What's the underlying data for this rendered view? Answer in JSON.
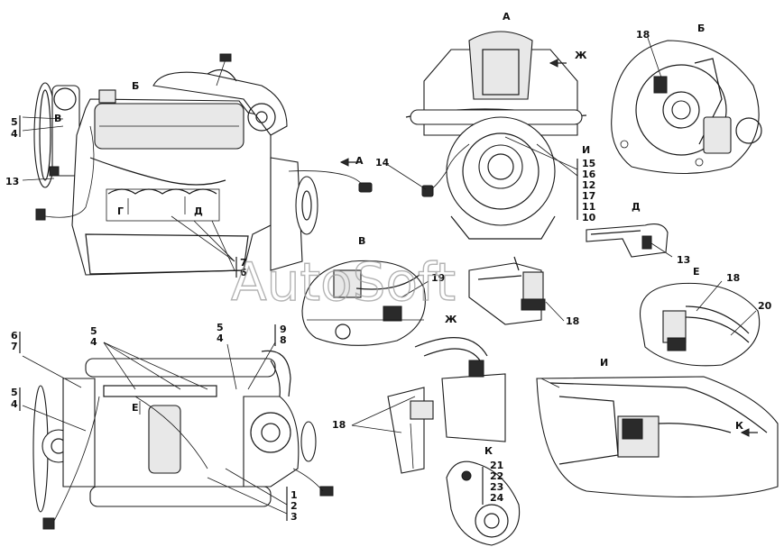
{
  "watermark": "AutoSoft",
  "views": {
    "main": {
      "callout_b": "Б",
      "callout_v": "В",
      "callout_g": "Г",
      "callout_d": "Д",
      "callout_a_arrow": "А",
      "num_5": "5",
      "num_4": "4",
      "num_13": "13",
      "num_7": "7",
      "num_6": "6"
    },
    "front": {
      "title": "А",
      "arrow_zh": "Ж",
      "callout_i": "И",
      "num_14": "14",
      "list": [
        "15",
        "16",
        "12",
        "17",
        "11",
        "10"
      ]
    },
    "b": {
      "title": "Б",
      "num_18": "18"
    },
    "d": {
      "title": "Д",
      "num_13": "13"
    },
    "e": {
      "title": "Е",
      "num_18": "18",
      "num_20": "20"
    },
    "v": {
      "title": "В",
      "num_19": "19",
      "num_18": "18"
    },
    "top": {
      "callout_e": "Е",
      "left_a": "6",
      "left_b": "7",
      "left_c": "5",
      "left_d": "4",
      "mid_a": "5",
      "mid_b": "4",
      "mid_c": "5",
      "mid_d": "4",
      "right_a": "9",
      "right_b": "8",
      "bottom": [
        "1",
        "2",
        "3"
      ]
    },
    "zh": {
      "title": "Ж",
      "num_18": "18"
    },
    "k": {
      "title": "К",
      "list": [
        "21",
        "22",
        "23",
        "24"
      ]
    },
    "i": {
      "title": "И",
      "arrow_k": "К"
    }
  }
}
